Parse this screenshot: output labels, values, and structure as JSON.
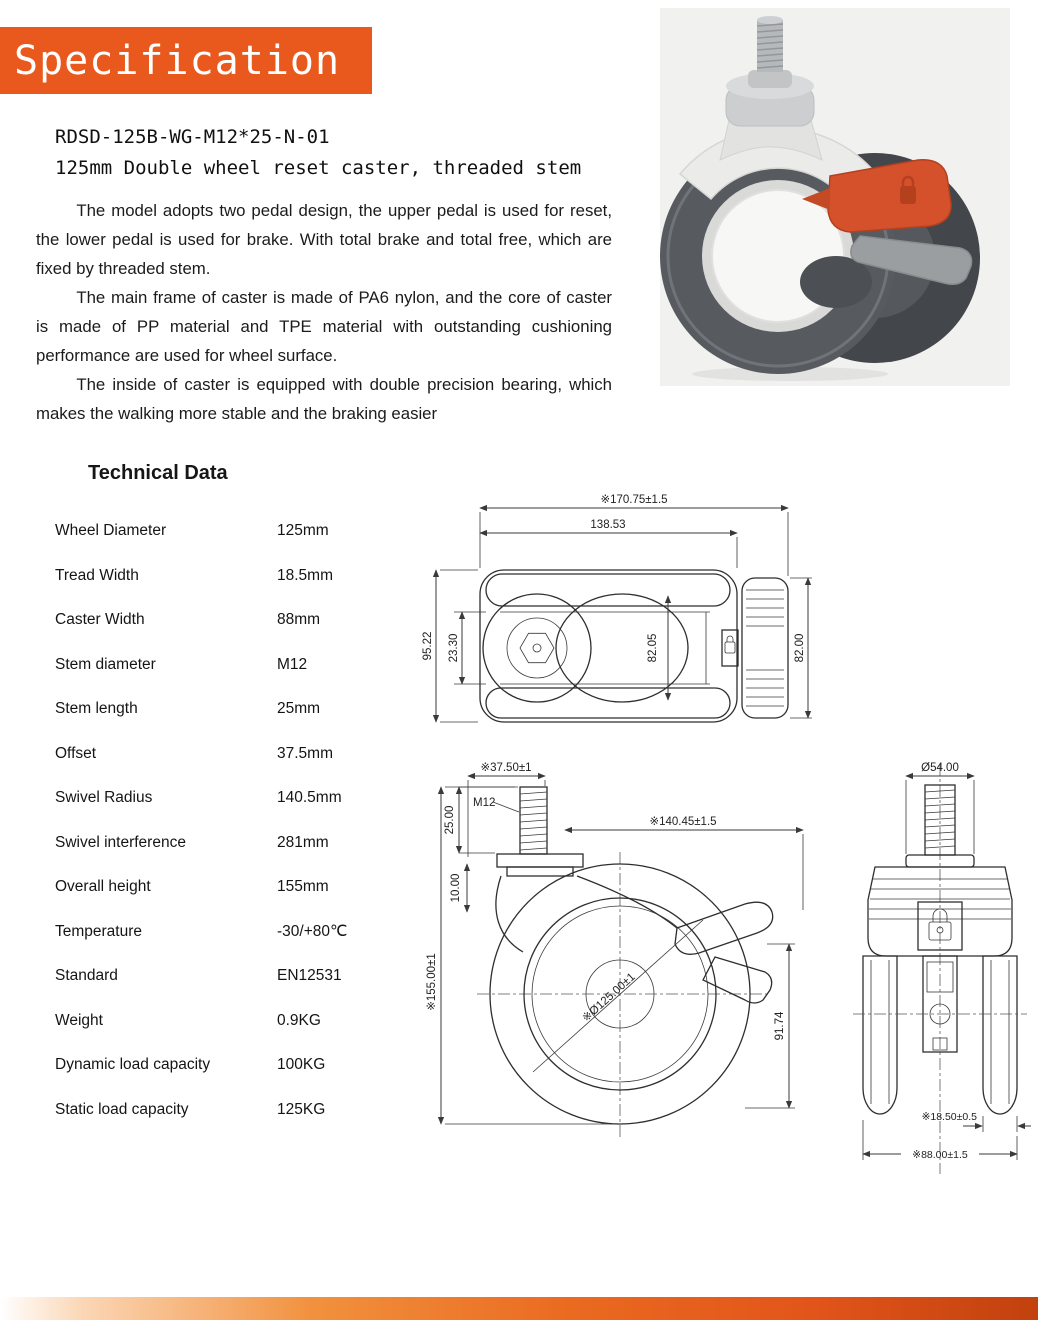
{
  "banner": {
    "title": "Specification"
  },
  "product": {
    "model": "RDSD-125B-WG-M12*25-N-01",
    "subtitle": "125mm Double wheel reset caster, threaded stem",
    "paragraphs": [
      "The model adopts two pedal design, the upper pedal is used for reset, the lower pedal is used for brake. With total brake and total free, which are fixed by threaded stem.",
      "The main frame of caster is made of PA6 nylon, and the core of caster is made of PP material and TPE material with outstanding cushioning performance are used for wheel surface.",
      "The inside of caster is equipped with double precision bearing, which makes the walking more stable and the braking easier"
    ]
  },
  "technical_data": {
    "heading": "Technical Data",
    "rows": [
      {
        "label": "Wheel Diameter",
        "value": "125mm"
      },
      {
        "label": "Tread Width",
        "value": "18.5mm"
      },
      {
        "label": "Caster Width",
        "value": "88mm"
      },
      {
        "label": "Stem diameter",
        "value": "M12"
      },
      {
        "label": "Stem length",
        "value": "25mm"
      },
      {
        "label": "Offset",
        "value": "37.5mm"
      },
      {
        "label": "Swivel Radius",
        "value": "140.5mm"
      },
      {
        "label": "Swivel interference",
        "value": "281mm"
      },
      {
        "label": "Overall height",
        "value": "155mm"
      },
      {
        "label": "Temperature",
        "value": "-30/+80℃"
      },
      {
        "label": "Standard",
        "value": "EN12531"
      },
      {
        "label": "Weight",
        "value": "0.9KG"
      },
      {
        "label": "Dynamic load capacity",
        "value": "100KG"
      },
      {
        "label": "Static load capacity",
        "value": "125KG"
      }
    ]
  },
  "drawings": {
    "top_view": {
      "dim_overall_width": "※170.75±1.5",
      "dim_body_width": "138.53",
      "dim_overall_depth": "95.22",
      "dim_stem_offset": "23.30",
      "dim_body_depth": "82.05",
      "dim_pedal_length": "82.00"
    },
    "side_view": {
      "dim_offset": "※37.50±1",
      "stem_thread_label": "M12",
      "dim_stem_length": "25.00",
      "dim_plate_height": "10.00",
      "dim_swivel_radius": "※140.45±1.5",
      "dim_overall_height": "※155.00±1",
      "dim_wheel_diameter": "※Ø125.00±1",
      "dim_pedal_height": "91.74"
    },
    "front_view": {
      "dim_stem_boss_diameter": "Ø54.00",
      "dim_tread_width": "※18.50±0.5",
      "dim_caster_width": "※88.00±1.5"
    }
  },
  "colors": {
    "accent_orange": "#E9591D",
    "pedal_orange": "#D4512C",
    "drawing_line": "#2E2E2E"
  }
}
